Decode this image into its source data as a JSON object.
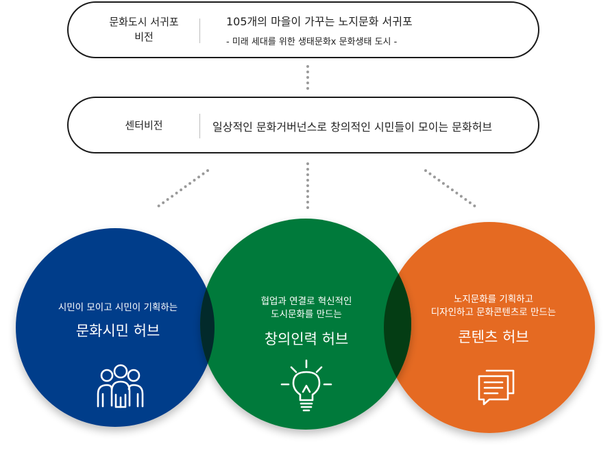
{
  "vision": {
    "label_line1": "문화도시 서귀포",
    "label_line2": "비전",
    "main": "105개의 마을이 가꾸는 노지문화 서귀포",
    "sub": "- 미래 세대를 위한 생태문화x 문화생태 도시 -"
  },
  "center": {
    "label": "센터비전",
    "main": "일상적인 문화거버넌스로 창의적인 시민들이 모이는 문화허브"
  },
  "circles": [
    {
      "small_line1": "시민이 모이고 시민이 기획하는",
      "title": "문화시민 허브",
      "color": "#033e8a",
      "icon": "people-icon"
    },
    {
      "small_line1": "협업과 연결로 혁신적인",
      "small_line2": "도시문화를 만드는",
      "title": "창의인력 허브",
      "color": "#067a3a",
      "icon": "lightbulb-icon"
    },
    {
      "small_line1": "노지문화를 기획하고",
      "small_line2": "디자인하고 문화콘텐츠로 만드는",
      "title": "콘텐츠 허브",
      "color": "#e56a20",
      "icon": "chat-icon"
    }
  ],
  "overlap_colors": {
    "blue_green": "#022a2b",
    "green_orange": "#043d14"
  }
}
